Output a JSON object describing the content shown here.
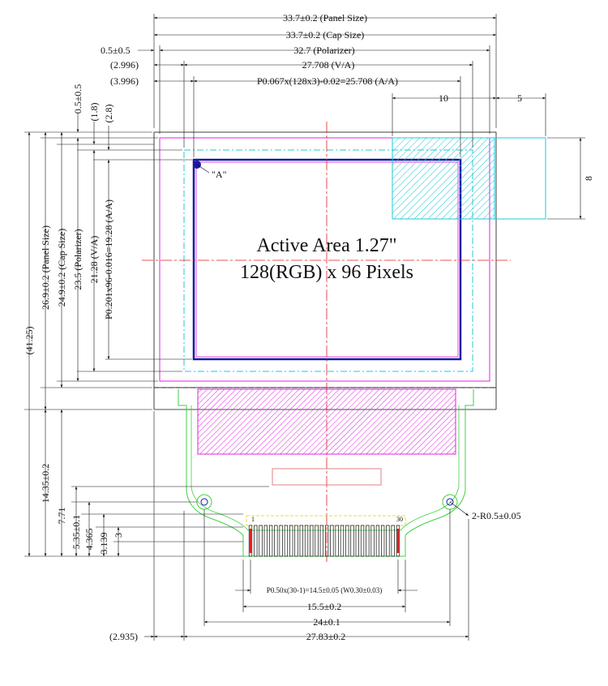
{
  "top_dims": {
    "panel": "33.7±0.2 (Panel Size)",
    "cap": "33.7±0.2 (Cap Size)",
    "offset": "0.5±0.5",
    "polarizer": "32.7 (Polarizer)",
    "va_offset": "(2.996)",
    "va": "27.708 (V/A)",
    "aa_offset": "(3.996)",
    "aa": "P0.067x(128x3)-0.02=25.708 (A/A)",
    "ten": "10",
    "five": "5"
  },
  "left_dims": {
    "top_offset": "0.5±0.5",
    "d18": "(1.8)",
    "d28": "(2.8)",
    "total": "(41.25)",
    "panel": "26.9±0.2 (Panel Size)",
    "cap": "24.9±0.2 (Cap Size)",
    "polarizer": "23.5 (Polarizer)",
    "va": "21.28 (V/A)",
    "aa": "P0.201x96-0.016=19.28 (A/A)",
    "d1435": "14.35±0.2",
    "d771": "7.71",
    "d535": "5.35±0.1",
    "d4365": "4.365",
    "d3139": "3.139",
    "d3": "3"
  },
  "right_dims": {
    "eight": "8",
    "radius": "2-R0.5±0.05"
  },
  "bottom_dims": {
    "pitch": "P0.50x(30-1)=14.5±0.05 (W0.30±0.03)",
    "d155": "15.5±0.2",
    "d24": "24±0.1",
    "left_offset": "(2.935)",
    "d2783": "27.83±0.2"
  },
  "labels": {
    "active_line1": "Active Area 1.27\"",
    "active_line2": "128(RGB) x 96 Pixels",
    "point_a": "\"A\"",
    "pin_first": "1",
    "pin_last": "30"
  },
  "colors": {
    "magenta": "#e020e0",
    "cyan": "#20c8d8",
    "blue": "#1a1aa0",
    "red": "#e02020",
    "green": "#40d040",
    "yellow": "#e8d000"
  },
  "pins": 30
}
